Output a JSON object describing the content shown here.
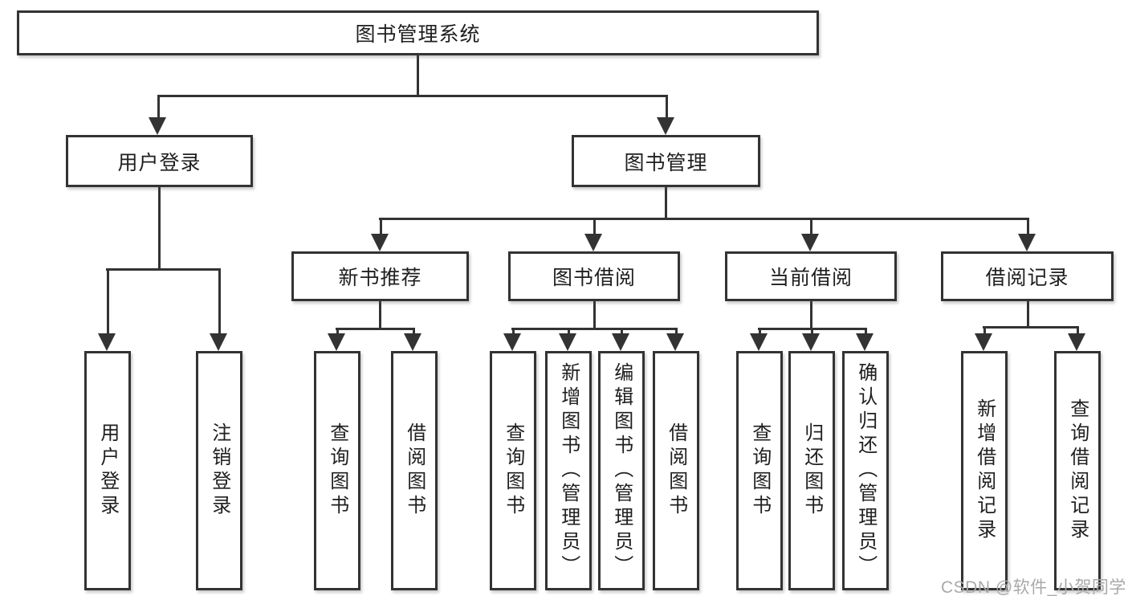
{
  "page": {
    "background": "#ffffff"
  },
  "diagram": {
    "type": "tree",
    "title": "图书管理系统",
    "watermark": "CSDN @软件_小贺同学",
    "colors": {
      "line": "#333333",
      "text": "#1f1f1f",
      "box_background": "#ffffff",
      "watermark": "#a9a9a9"
    }
  },
  "nodes": {
    "root": {
      "label": "图书管理系统"
    },
    "user_login": {
      "label": "用户登录"
    },
    "book_mgmt": {
      "label": "图书管理"
    },
    "new_books": {
      "label": "新书推荐"
    },
    "book_borrow": {
      "label": "图书借阅"
    },
    "current_borrow": {
      "label": "当前借阅"
    },
    "borrow_records": {
      "label": "借阅记录"
    },
    "leaf_user_login": {
      "label": "用户登录"
    },
    "leaf_logout": {
      "label": "注销登录"
    },
    "leaf_query_books_1": {
      "label": "查询图书"
    },
    "leaf_borrow_books_1": {
      "label": "借阅图书"
    },
    "leaf_query_books_2": {
      "label": "查询图书"
    },
    "leaf_add_book": {
      "label": "新增图书（管理员）"
    },
    "leaf_edit_book": {
      "label": "编辑图书（管理员）"
    },
    "leaf_borrow_books_2": {
      "label": "借阅图书"
    },
    "leaf_query_books_3": {
      "label": "查询图书"
    },
    "leaf_return_book": {
      "label": "归还图书"
    },
    "leaf_confirm_return": {
      "label": "确认归还（管理员）"
    },
    "leaf_add_record": {
      "label": "新增借阅记录"
    },
    "leaf_query_record": {
      "label": "查询借阅记录"
    }
  },
  "edges": [
    [
      "root",
      "user_login"
    ],
    [
      "root",
      "book_mgmt"
    ],
    [
      "user_login",
      "leaf_user_login"
    ],
    [
      "user_login",
      "leaf_logout"
    ],
    [
      "book_mgmt",
      "new_books"
    ],
    [
      "book_mgmt",
      "book_borrow"
    ],
    [
      "book_mgmt",
      "current_borrow"
    ],
    [
      "book_mgmt",
      "borrow_records"
    ],
    [
      "new_books",
      "leaf_query_books_1"
    ],
    [
      "new_books",
      "leaf_borrow_books_1"
    ],
    [
      "book_borrow",
      "leaf_query_books_2"
    ],
    [
      "book_borrow",
      "leaf_add_book"
    ],
    [
      "book_borrow",
      "leaf_edit_book"
    ],
    [
      "book_borrow",
      "leaf_borrow_books_2"
    ],
    [
      "current_borrow",
      "leaf_query_books_3"
    ],
    [
      "current_borrow",
      "leaf_return_book"
    ],
    [
      "current_borrow",
      "leaf_confirm_return"
    ],
    [
      "borrow_records",
      "leaf_add_record"
    ],
    [
      "borrow_records",
      "leaf_query_record"
    ]
  ]
}
